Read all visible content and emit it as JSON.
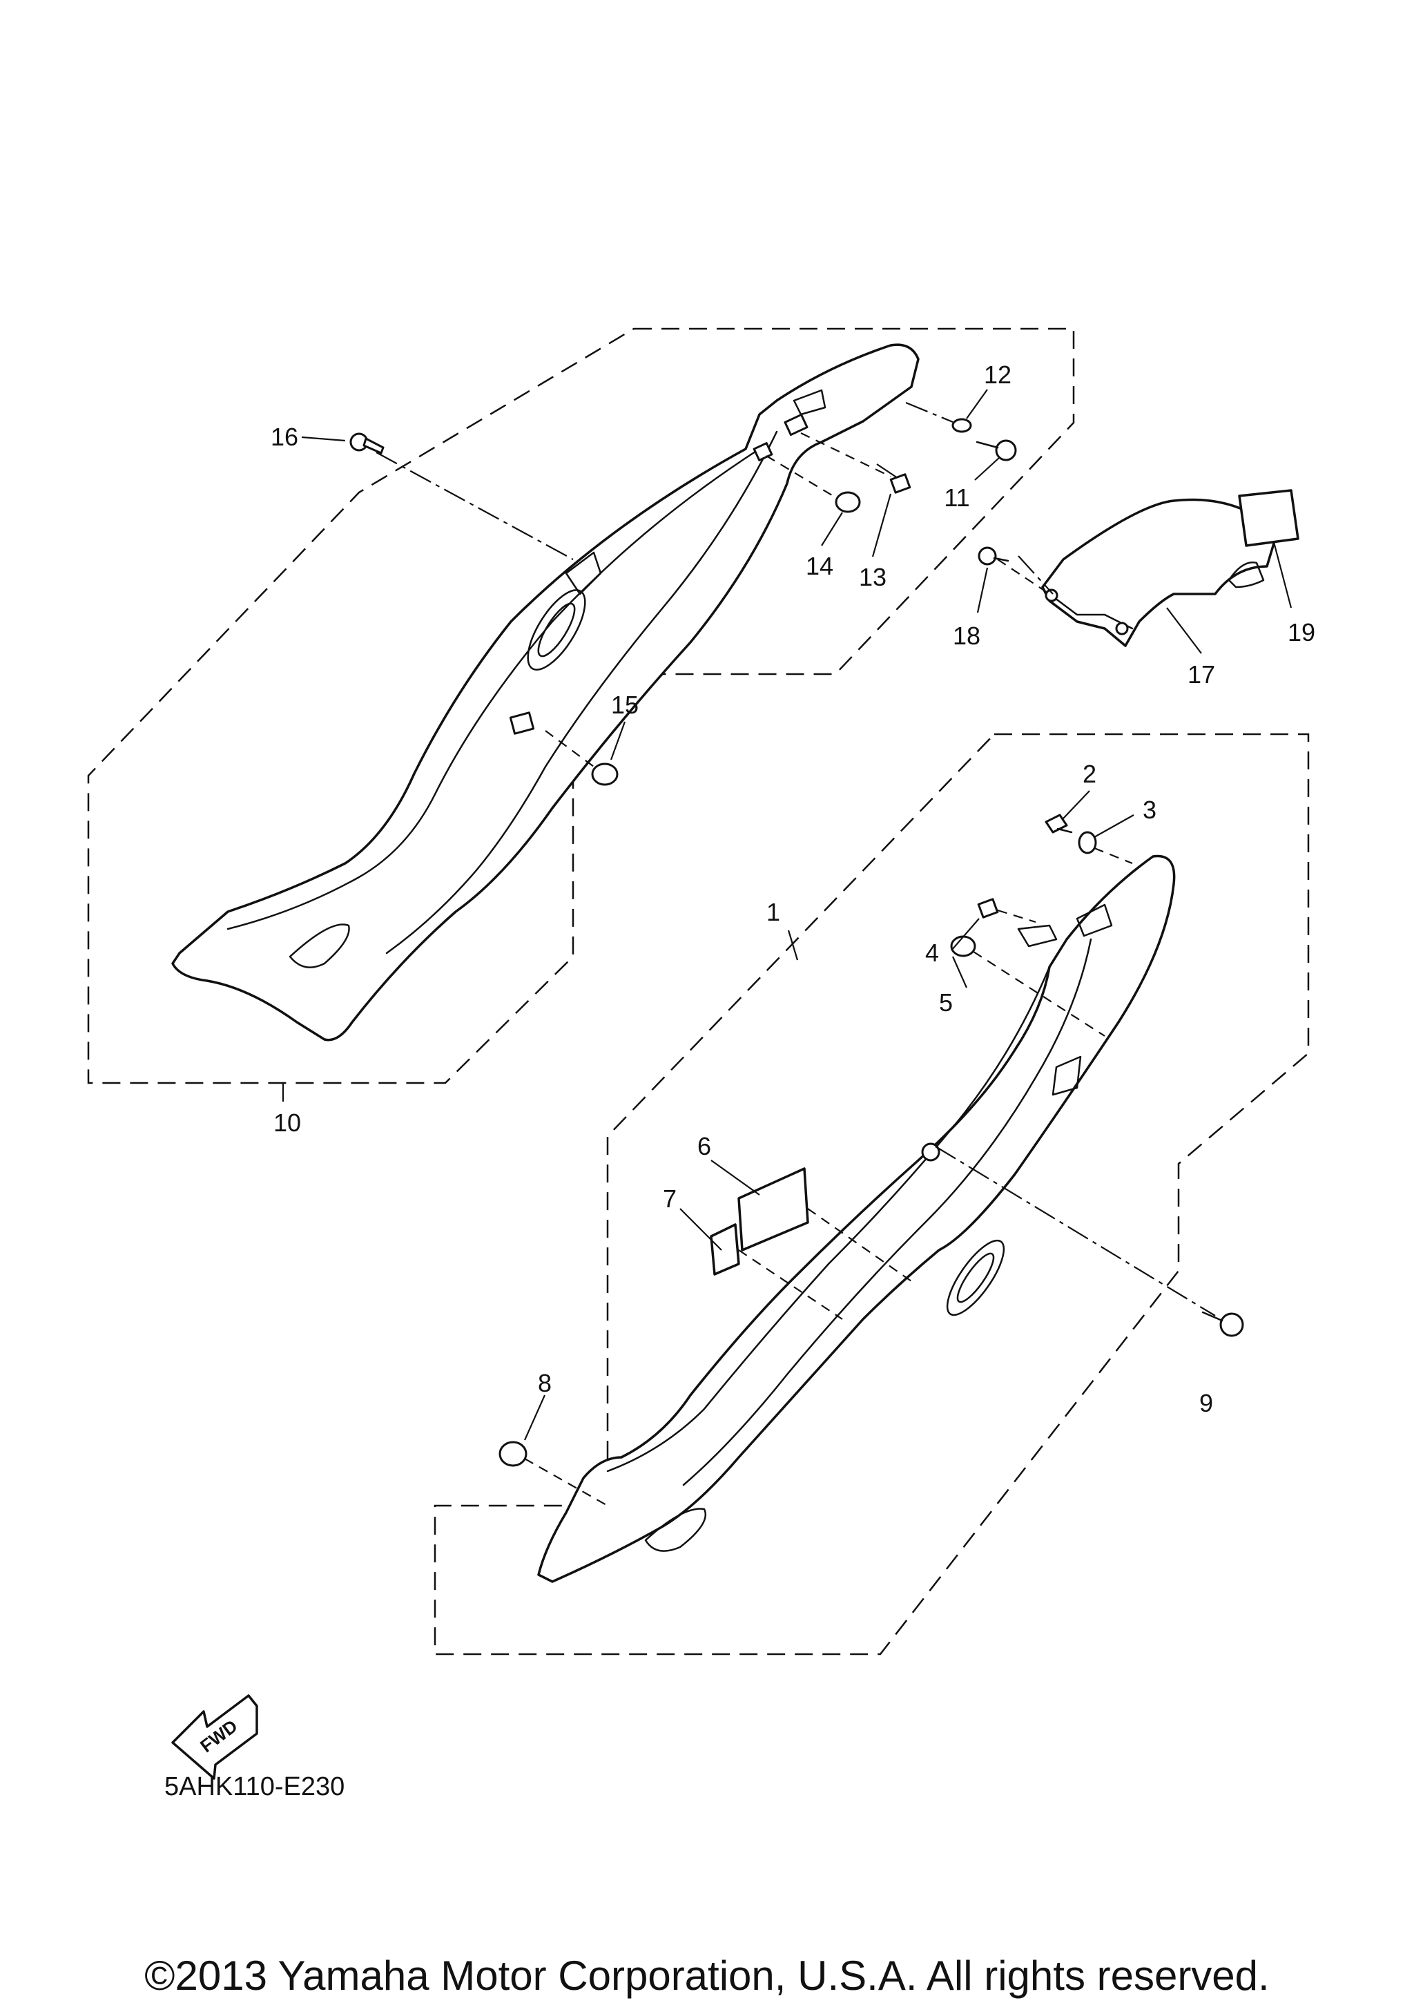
{
  "diagram": {
    "code": "5AHK110-E230",
    "copyright": "©2013 Yamaha Motor Corporation, U.S.A. All rights reserved.",
    "fwd_label": "FWD"
  },
  "callouts": [
    "1",
    "2",
    "3",
    "4",
    "5",
    "6",
    "7",
    "8",
    "9",
    "10",
    "11",
    "12",
    "13",
    "14",
    "15",
    "16",
    "17",
    "18",
    "19"
  ]
}
